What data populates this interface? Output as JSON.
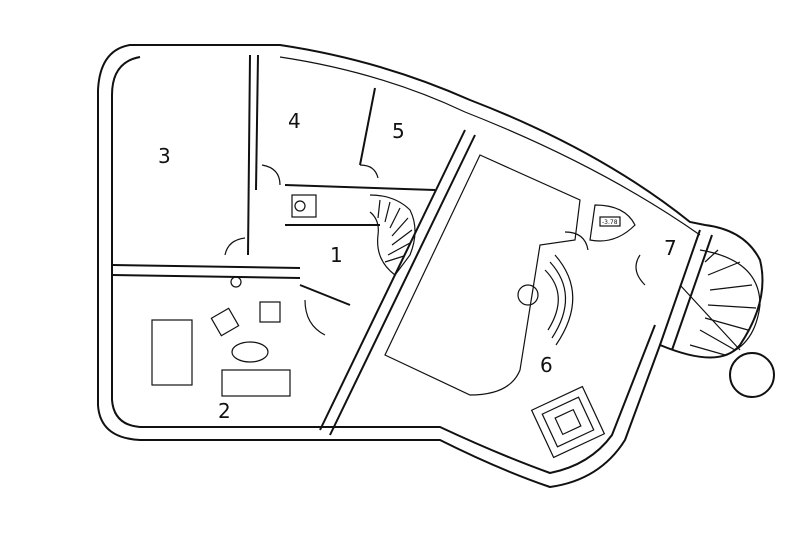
{
  "plan": {
    "rooms": [
      {
        "number": "1"
      },
      {
        "number": "2"
      },
      {
        "number": "3"
      },
      {
        "number": "4"
      },
      {
        "number": "5"
      },
      {
        "number": "6"
      },
      {
        "number": "7"
      }
    ],
    "level_marker": "-3.78"
  }
}
